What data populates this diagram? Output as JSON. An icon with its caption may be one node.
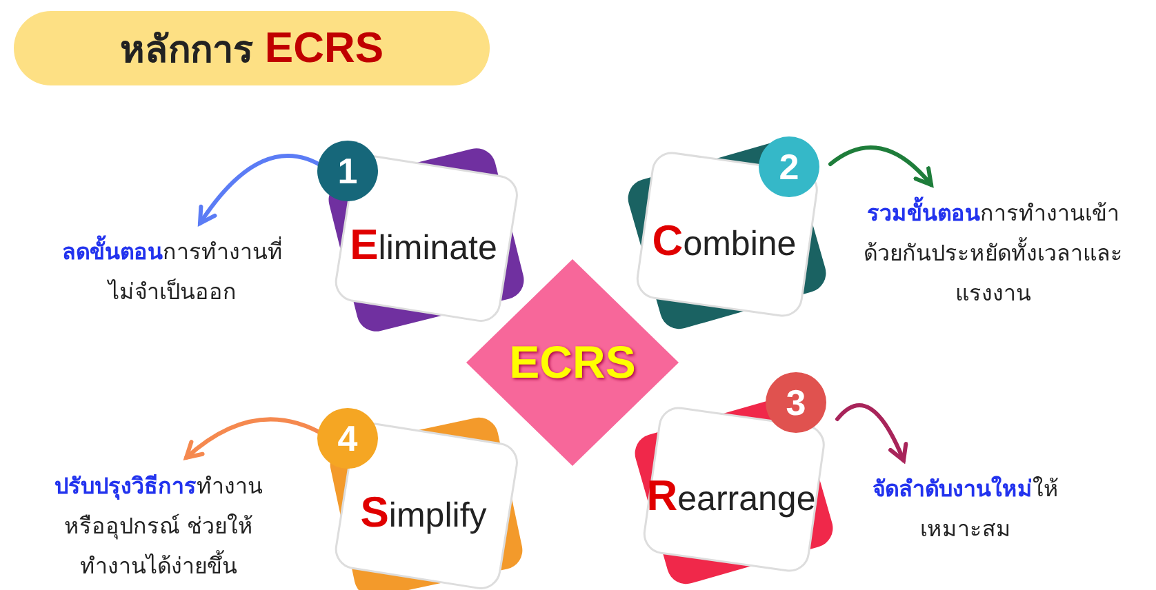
{
  "diagram": {
    "title": "หลักการ **ECRS**",
    "nodes": [
      {
        "text": [
          "1",
          "**E**liminate"
        ]
      },
      {
        "text": [
          "**ลดขั้นตอน**การทำงานที่ไม่จำเป็นออก"
        ]
      },
      {
        "text": [
          "2",
          "**C**ombine"
        ]
      },
      {
        "text": [
          "**รวมขั้นตอน**การทำงานเข้าด้วยกันประหยัดทั้งเวลาและแรงงาน"
        ]
      },
      {
        "text": [
          "ECRS"
        ]
      },
      {
        "text": [
          "4",
          "**S**implify"
        ]
      },
      {
        "text": [
          "**ปรับปรุงวิธีการ**ทำงานหรืออุปกรณ์ ช่วยให้ทำงานได้ง่ายขึ้น"
        ]
      },
      {
        "text": [
          "3",
          "**R**earrange"
        ]
      },
      {
        "text": [
          "**จัดลำดับงานใหม่**ให้เหมาะสม"
        ]
      }
    ],
    "edges": [
      {
        "from": 0,
        "to": 1,
        "arrow": "to",
        "color": "#5b7cf5"
      },
      {
        "from": 2,
        "to": 3,
        "arrow": "to",
        "color": "#1e7d3a"
      },
      {
        "from": 5,
        "to": 6,
        "arrow": "to",
        "color": "#f5894f"
      },
      {
        "from": 7,
        "to": 8,
        "arrow": "to",
        "color": "#a8245a"
      }
    ]
  }
}
